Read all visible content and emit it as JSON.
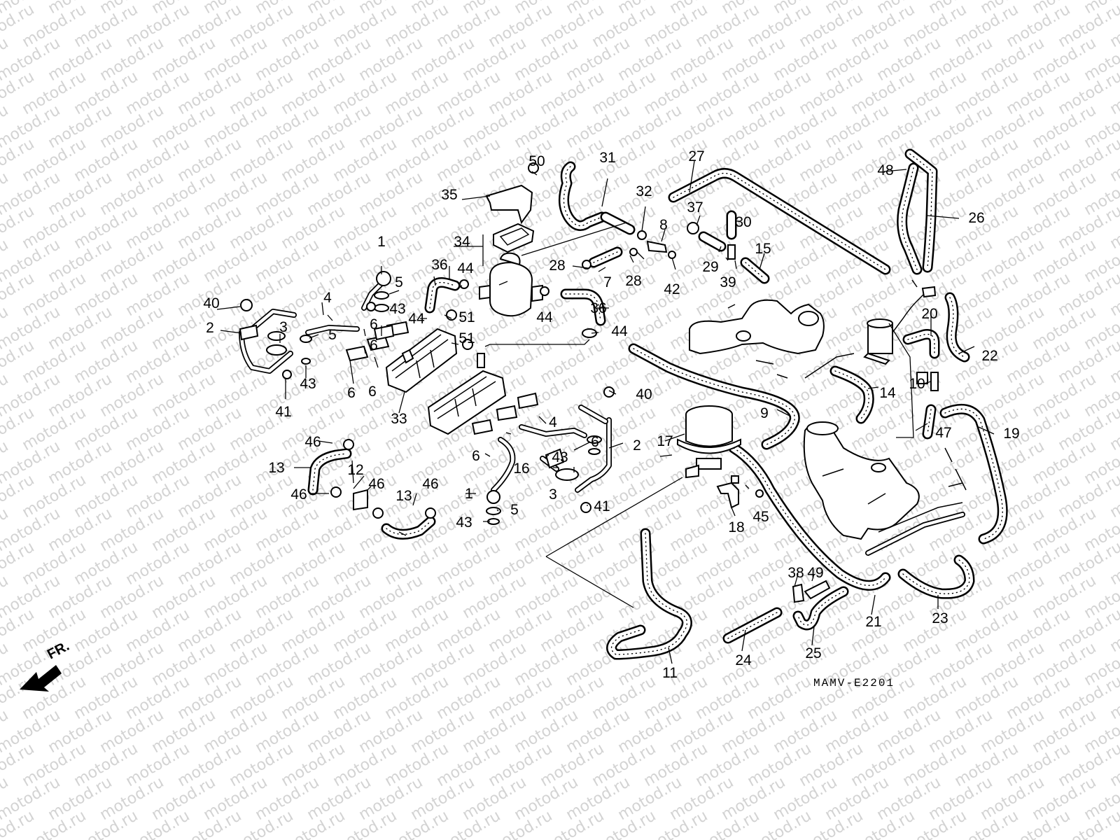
{
  "diagram_code": "MAMV-E2201",
  "front_indicator": "FR.",
  "watermark_text": "motod.ru",
  "callouts": [
    "1",
    "2",
    "3",
    "4",
    "5",
    "6",
    "7",
    "8",
    "9",
    "10",
    "11",
    "12",
    "13",
    "14",
    "15",
    "16",
    "17",
    "18",
    "19",
    "20",
    "21",
    "22",
    "23",
    "24",
    "25",
    "26",
    "27",
    "28",
    "29",
    "30",
    "31",
    "32",
    "33",
    "34",
    "35",
    "36",
    "37",
    "38",
    "39",
    "40",
    "41",
    "42",
    "43",
    "44",
    "45",
    "46",
    "47",
    "48",
    "49",
    "50",
    "51"
  ],
  "colors": {
    "ink": "#000000",
    "paper": "#ffffff",
    "watermark": "#d3d3d3"
  }
}
